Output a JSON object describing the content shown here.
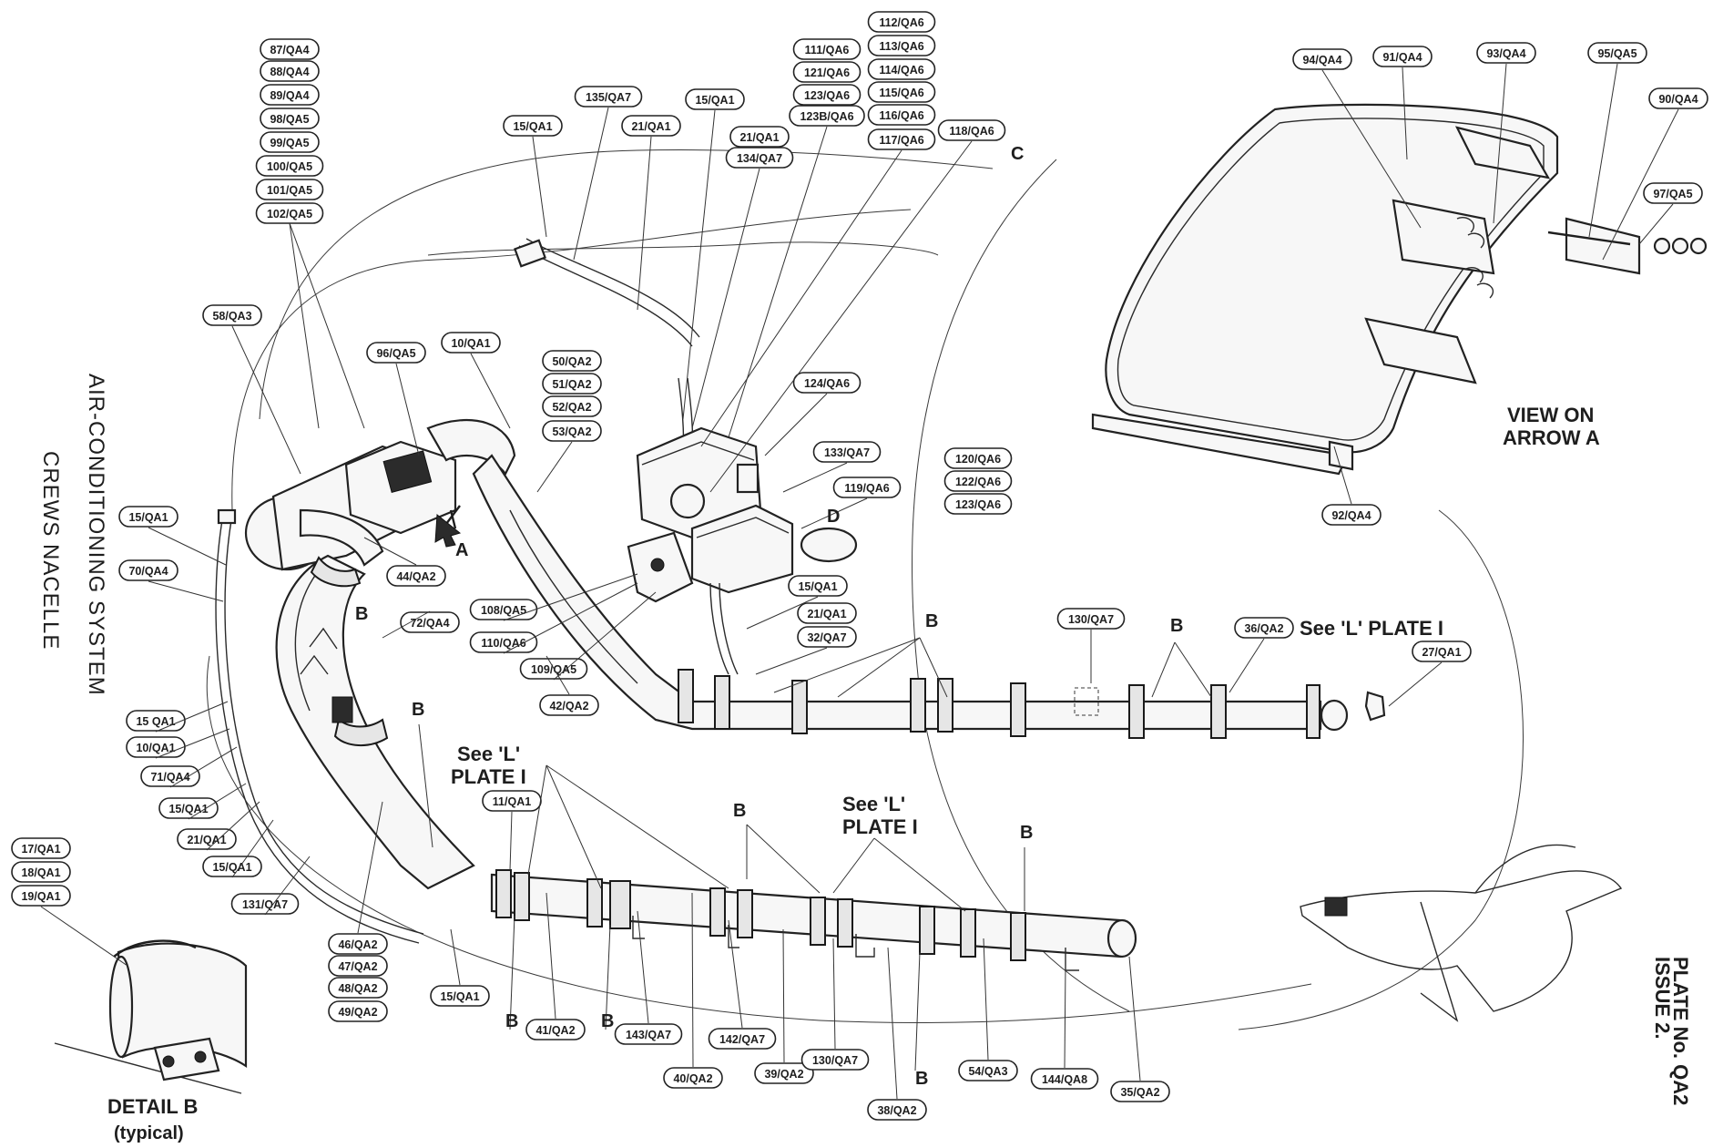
{
  "title_vertical": "AIR-CONDITIONING SYSTEM",
  "subtitle_vertical": "CREWS NACELLE",
  "plate_number": "PLATE No. QA2",
  "issue": "ISSUE 2.",
  "view_label": "VIEW ON",
  "view_label2": "ARROW A",
  "detail_label": "DETAIL B",
  "detail_sub": "(typical)",
  "letters": {
    "A": "A",
    "B": "B",
    "C": "C",
    "D": "D"
  },
  "see_plate": {
    "upper": "See 'L' PLATE I",
    "mid_l1": "See 'L'",
    "mid_l2": "PLATE I",
    "low_l1": "See 'L'",
    "low_l2": "PLATE I"
  },
  "part_tags": [
    "87/QA4",
    "88/QA4",
    "89/QA4",
    "98/QA5",
    "99/QA5",
    "100/QA5",
    "101/QA5",
    "102/QA5",
    "135/QA7",
    "15/QA1",
    "21/QA1",
    "15/QA1",
    "21/QA1",
    "134/QA7",
    "111/QA6",
    "121/QA6",
    "123/QA6",
    "123B/QA6",
    "112/QA6",
    "113/QA6",
    "114/QA6",
    "115/QA6",
    "116/QA6",
    "117/QA6",
    "118/QA6",
    "58/QA3",
    "96/QA5",
    "10/QA1",
    "50/QA2",
    "51/QA2",
    "52/QA2",
    "53/QA2",
    "124/QA6",
    "133/QA7",
    "119/QA6",
    "120/QA6",
    "122/QA6",
    "123/QA6",
    "15/QA1",
    "70/QA4",
    "44/QA2",
    "72/QA4",
    "108/QA5",
    "110/QA6",
    "109/QA5",
    "15/QA1",
    "21/QA1",
    "32/QA7",
    "42/QA2",
    "130/QA7",
    "36/QA2",
    "27/QA1",
    "15 QA1",
    "10/QA1",
    "71/QA4",
    "15/QA1",
    "21/QA1",
    "15/QA1",
    "131/QA7",
    "11/QA1",
    "17/QA1",
    "18/QA1",
    "19/QA1",
    "46/QA2",
    "47/QA2",
    "48/QA2",
    "49/QA2",
    "15/QA1",
    "41/QA2",
    "143/QA7",
    "142/QA7",
    "40/QA2",
    "39/QA2",
    "130/QA7",
    "38/QA2",
    "54/QA3",
    "144/QA8",
    "35/QA2",
    "94/QA4",
    "91/QA4",
    "93/QA4",
    "95/QA5",
    "90/QA4",
    "97/QA5",
    "92/QA4"
  ]
}
